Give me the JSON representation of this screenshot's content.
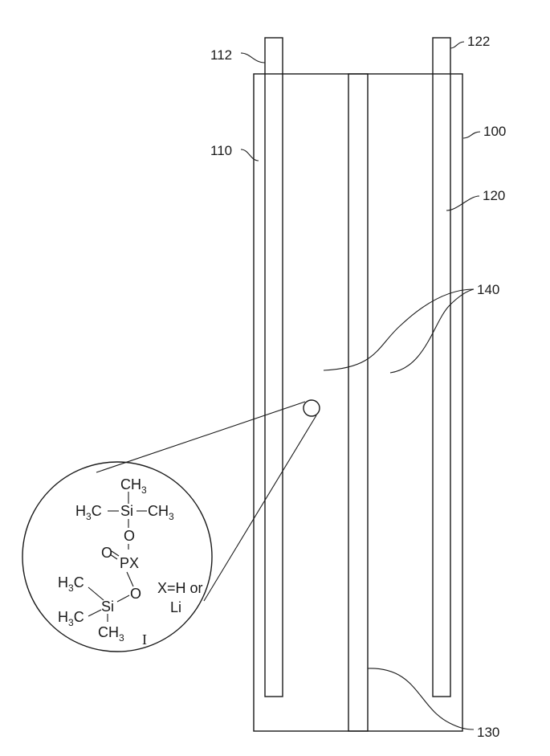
{
  "labels": {
    "l112": "112",
    "l122": "122",
    "l110": "110",
    "l100": "100",
    "l120": "120",
    "l140": "140",
    "l130": "130"
  },
  "chemistry": {
    "top_ch3": "CH",
    "top_ch3_sub": "3",
    "left_h3c_h": "H",
    "left_h3c_sub": "3",
    "left_h3c_c": "C",
    "upper_si": "Si",
    "right_ch3": "CH",
    "right_ch3_sub": "3",
    "upper_o": "O",
    "double_o": "O",
    "px": "PX",
    "lower_o": "O",
    "lower_si": "Si",
    "a_h3c_h": "H",
    "a_h3c_sub": "3",
    "a_h3c_c": "C",
    "b_h3c_h": "H",
    "b_h3c_sub": "3",
    "b_h3c_c": "C",
    "bottom_ch3": "CH",
    "bottom_ch3_sub": "3",
    "x_note_line1": "X=H or",
    "x_note_line2": "Li",
    "compound_number": "I"
  },
  "colors": {
    "ink": "#1a1a1a",
    "background": "#ffffff"
  }
}
